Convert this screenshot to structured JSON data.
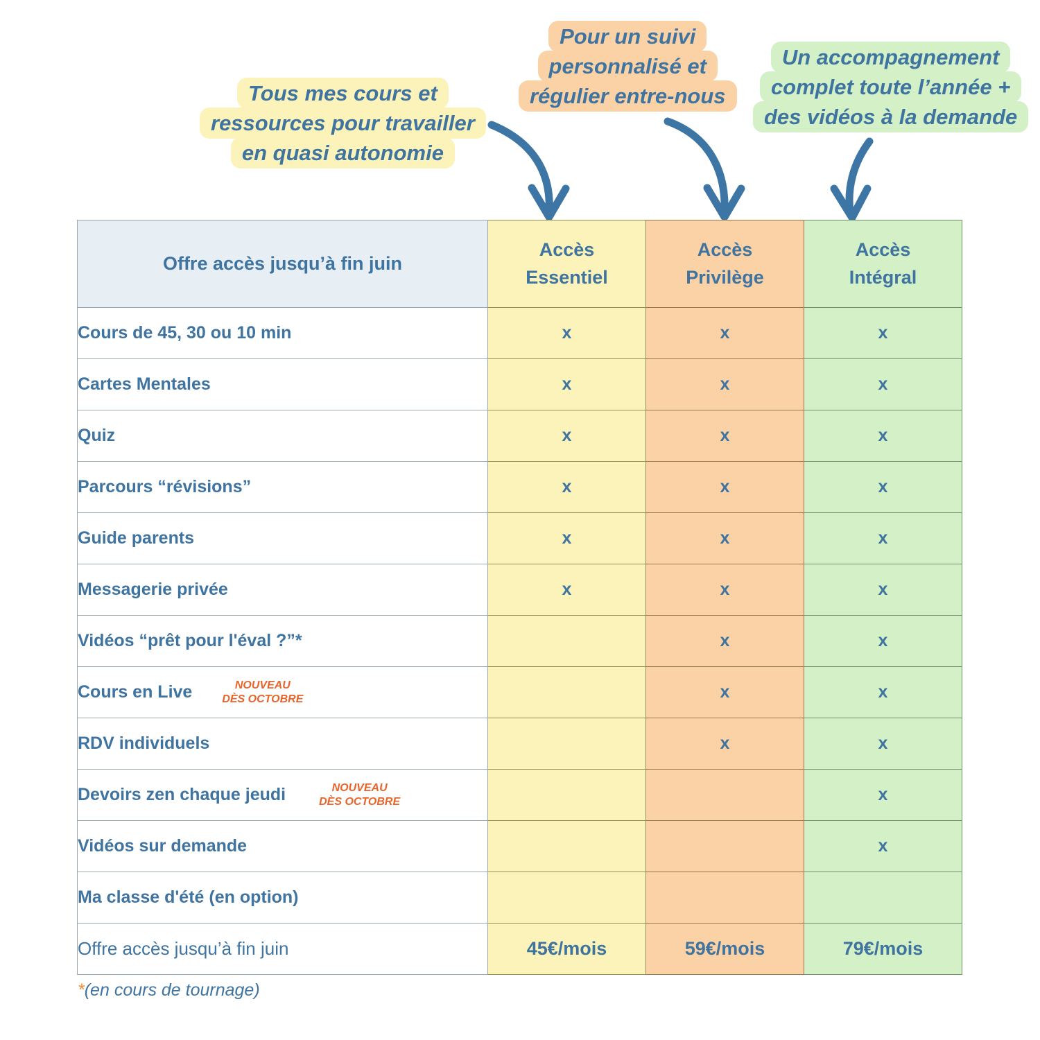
{
  "callouts": [
    {
      "name": "essentiel",
      "lines": [
        "Tous mes cours et",
        "ressources pour travailler",
        "en quasi autonomie"
      ],
      "color": "#fbf3b9"
    },
    {
      "name": "privilege",
      "lines": [
        "Pour un suivi",
        "personnalisé et",
        "régulier entre-nous"
      ],
      "color": "#fbd2a6"
    },
    {
      "name": "integral",
      "lines": [
        "Un accompagnement",
        "complet toute l’année +",
        "des vidéos à la demande"
      ],
      "color": "#d3f0c7"
    }
  ],
  "table": {
    "header": {
      "feature_label": "Offre accès jusqu’à fin juin",
      "plans": [
        {
          "line1": "Accès",
          "line2": "Essentiel",
          "color": "#fbf3b9"
        },
        {
          "line1": "Accès",
          "line2": "Privilège",
          "color": "#fbd2a6"
        },
        {
          "line1": "Accès",
          "line2": "Intégral",
          "color": "#d3f0c7"
        }
      ]
    },
    "mark": "x",
    "rows": [
      {
        "label": "Cours de 45, 30 ou 10 min",
        "badge": null,
        "marks": [
          true,
          true,
          true
        ]
      },
      {
        "label": "Cartes Mentales",
        "badge": null,
        "marks": [
          true,
          true,
          true
        ]
      },
      {
        "label": "Quiz",
        "badge": null,
        "marks": [
          true,
          true,
          true
        ]
      },
      {
        "label": "Parcours “révisions”",
        "badge": null,
        "marks": [
          true,
          true,
          true
        ]
      },
      {
        "label": "Guide parents",
        "badge": null,
        "marks": [
          true,
          true,
          true
        ]
      },
      {
        "label": "Messagerie privée",
        "badge": null,
        "marks": [
          true,
          true,
          true
        ]
      },
      {
        "label": "Vidéos “prêt pour l'éval ?”*",
        "badge": null,
        "marks": [
          false,
          true,
          true
        ]
      },
      {
        "label": "Cours en Live",
        "badge": {
          "line1": "NOUVEAU",
          "line2": "DÈS OCTOBRE"
        },
        "marks": [
          false,
          true,
          true
        ]
      },
      {
        "label": "RDV individuels",
        "badge": null,
        "marks": [
          false,
          true,
          true
        ]
      },
      {
        "label": "Devoirs zen chaque jeudi",
        "badge": {
          "line1": "NOUVEAU",
          "line2": "DÈS OCTOBRE"
        },
        "marks": [
          false,
          false,
          true
        ]
      },
      {
        "label": "Vidéos sur demande",
        "badge": null,
        "marks": [
          false,
          false,
          true
        ]
      },
      {
        "label": "Ma classe d'été (en option)",
        "badge": null,
        "marks": [
          false,
          false,
          false
        ]
      }
    ],
    "price_row": {
      "label": "Offre accès jusqu’à fin juin",
      "prices": [
        "45€/mois",
        "59€/mois",
        "79€/mois"
      ]
    }
  },
  "footnote": {
    "star": "*",
    "text": "(en cours de tournage)"
  },
  "colors": {
    "text_blue": "#3f73a0",
    "accent_orange": "#e8642a",
    "header_bg": "#e7eff4",
    "plan_yellow": "#fbf3b9",
    "plan_orange": "#fbd2a6",
    "plan_green": "#d3f0c7",
    "arrow": "#3d76a4"
  }
}
